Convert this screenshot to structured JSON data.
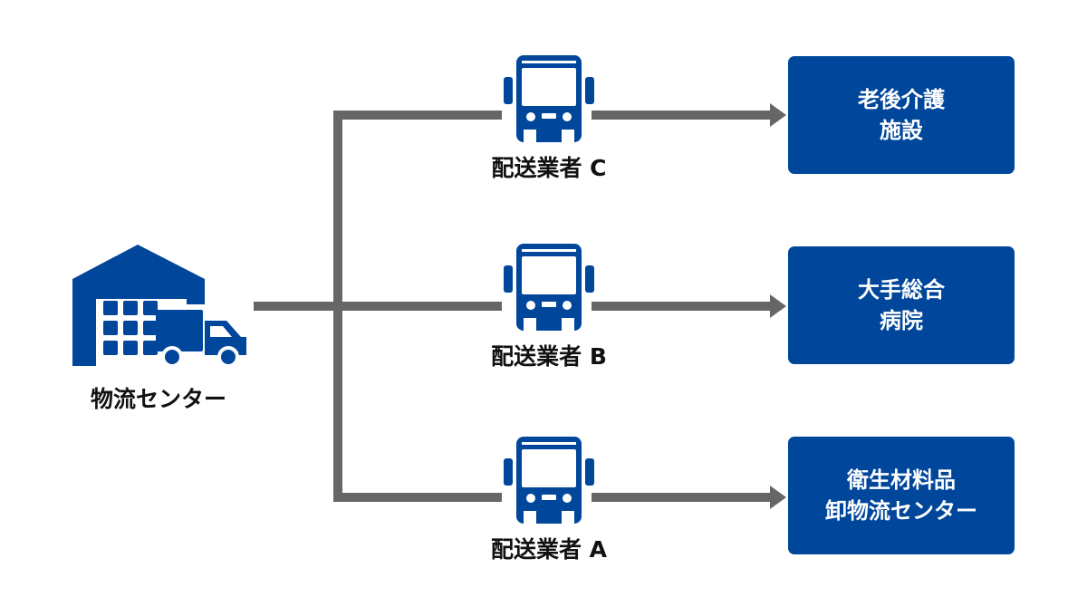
{
  "diagram": {
    "source": {
      "label": "物流センター",
      "icon": "warehouse-truck-icon"
    },
    "carriers": [
      {
        "id": "c",
        "label": "配送業者 C",
        "icon": "bus-icon",
        "destination": [
          "老後介護",
          "施設"
        ]
      },
      {
        "id": "b",
        "label": "配送業者 B",
        "icon": "bus-icon",
        "destination": [
          "大手総合",
          "病院"
        ]
      },
      {
        "id": "a",
        "label": "配送業者 A",
        "icon": "bus-icon",
        "destination": [
          "衛生材料品",
          "卸物流センター"
        ]
      }
    ]
  },
  "colors": {
    "primary": "#00469b",
    "connector": "#666666",
    "text": "#111111"
  }
}
